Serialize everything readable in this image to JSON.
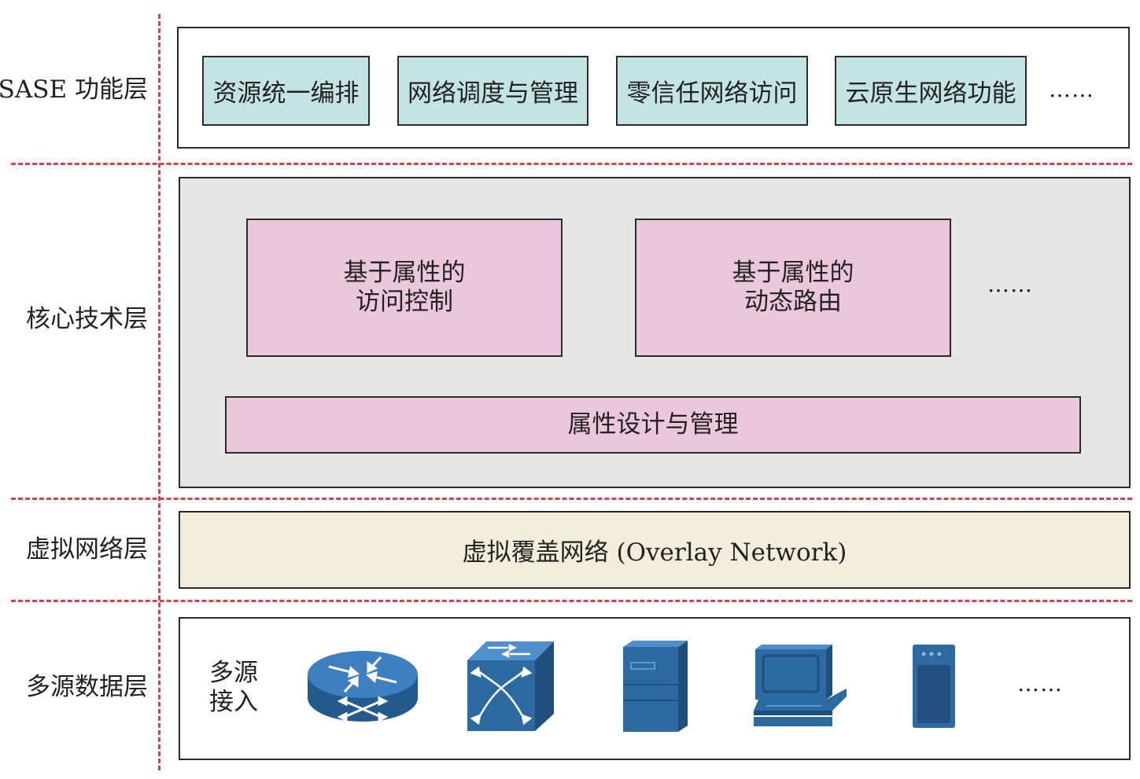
{
  "layers": {
    "sase": {
      "label": "SASE 功能层",
      "items": [
        "资源统一编排",
        "网络调度与管理",
        "零信任网络访问",
        "云原生网络功能"
      ],
      "more": "……"
    },
    "core": {
      "label": "核心技术层",
      "box1": [
        "基于属性的",
        "访问控制"
      ],
      "box2": [
        "基于属性的",
        "动态路由"
      ],
      "more": "……",
      "bar": "属性设计与管理"
    },
    "virtual": {
      "label": "虚拟网络层",
      "bar": "虚拟覆盖网络 (Overlay Network)"
    },
    "data": {
      "label": "多源数据层",
      "access": [
        "多源",
        "接入"
      ],
      "icons": [
        "router-icon",
        "switch-icon",
        "server-icon",
        "computer-icon",
        "storage-icon"
      ],
      "more": "……"
    }
  },
  "colors": {
    "divider": "#d9414a",
    "teal_box": "#c4e4e4",
    "pink_box": "#ebc7db",
    "core_panel": "#e6e6e6",
    "overlay_panel": "#f3eedb",
    "icon_blue": "#2e6aa2"
  }
}
